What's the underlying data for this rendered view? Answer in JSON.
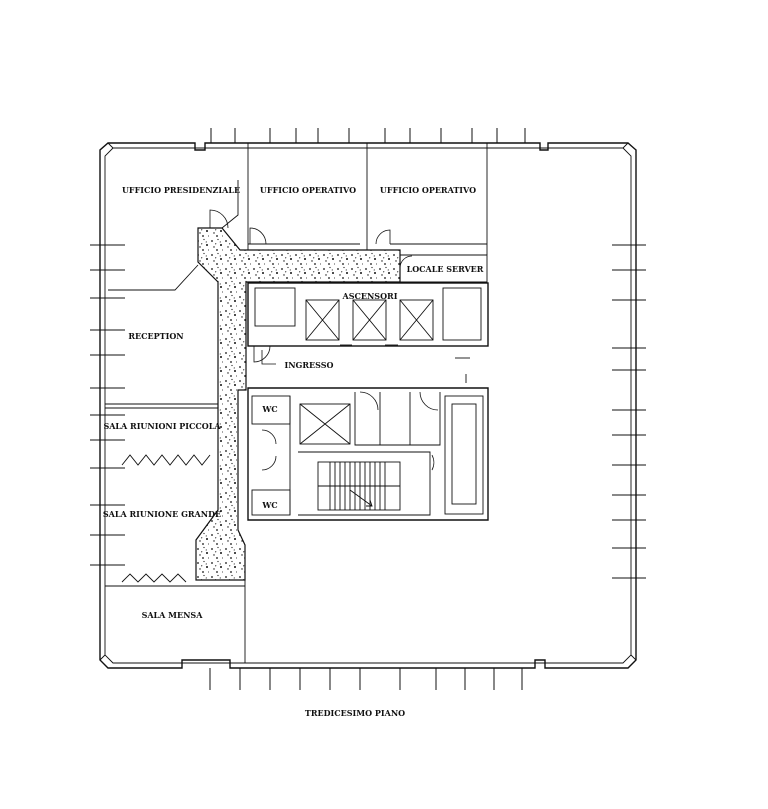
{
  "rooms": {
    "ufficio_presidenziale": "UFFICIO PRESIDENZIALE",
    "ufficio_operativo_1": "UFFICIO OPERATIVO",
    "ufficio_operativo_2": "UFFICIO OPERATIVO",
    "locale_server": "LOCALE SERVER",
    "ascensori": "ASCENSORI",
    "reception": "RECEPTION",
    "ingresso": "INGRESSO",
    "wc_1": "WC",
    "wc_2": "WC",
    "sala_riunioni_piccola": "SALA RIUNIONI PICCOLA",
    "sala_riunione_grande": "SALA RIUNIONE GRANDE",
    "sala_mensa": "SALA MENSA"
  },
  "floor_title": "TREDICESIMO PIANO",
  "colors": {
    "line": "#111111",
    "background": "#ffffff"
  }
}
